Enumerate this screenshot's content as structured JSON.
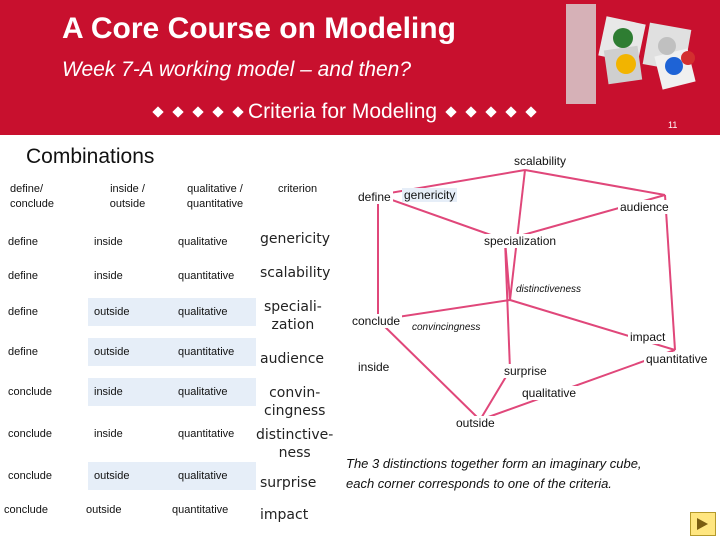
{
  "slide": {
    "title": "A Core Course on Modeling",
    "subtitle": "Week 7-A working model – and then?",
    "criteria_heading": "Criteria for Modeling",
    "page_number": "11"
  },
  "section_title": "Combinations",
  "table": {
    "headers": [
      "define/\nconclude",
      "inside /\noutside",
      "qualitative /\nquantitative",
      "criterion"
    ],
    "rows": [
      [
        "define",
        "inside",
        "qualitative",
        "genericity"
      ],
      [
        "define",
        "inside",
        "quantitative",
        "scalability"
      ],
      [
        "define",
        "outside",
        "qualitative",
        "speciali-\nzation"
      ],
      [
        "define",
        "outside",
        "quantitative",
        "audience"
      ],
      [
        "conclude",
        "inside",
        "qualitative",
        "convin-\ncingness"
      ],
      [
        "conclude",
        "inside",
        "quantitative",
        "distinctive-\nness"
      ],
      [
        "conclude",
        "outside",
        "qualitative",
        "surprise"
      ],
      [
        "conclude",
        "outside",
        "quantitative",
        "impact"
      ]
    ]
  },
  "cube": {
    "axis_labels": {
      "define": "define",
      "conclude": "conclude",
      "inside": "inside",
      "outside": "outside",
      "qualitative": "qualitative",
      "quantitative": "quantitative"
    },
    "corner_labels": {
      "genericity": "genericity",
      "scalability": "scalability",
      "specialization": "specialization",
      "audience": "audience",
      "convincingness": "convincingness",
      "distinctiveness": "distinctiveness",
      "surprise": "surprise",
      "impact": "impact"
    },
    "edge_color": "#e0477a"
  },
  "cube_note": [
    "The 3 distinctions together form an imaginary cube,",
    "each corner corresponds to one of the criteria."
  ],
  "colors": {
    "header_bg": "#c8102e",
    "row_band": "#e6eef8"
  }
}
